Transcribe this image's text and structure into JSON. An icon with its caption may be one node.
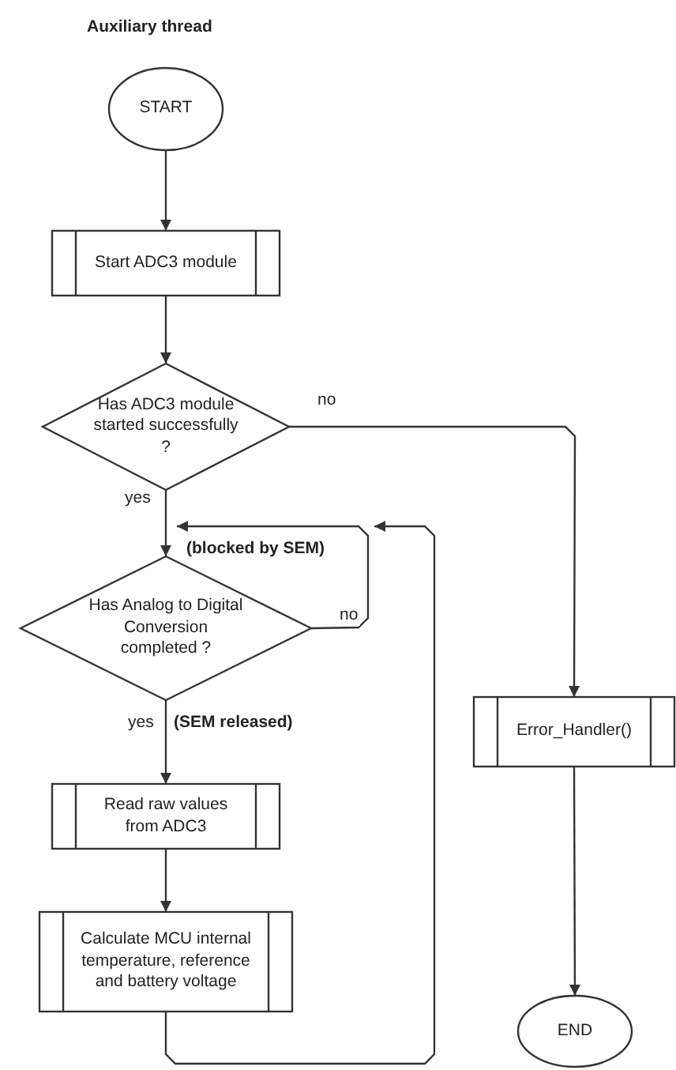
{
  "diagram": {
    "title": "Auxiliary thread",
    "nodes": [
      {
        "text": [
          "START"
        ]
      },
      {
        "text": [
          "Start ADC3 module"
        ]
      },
      {
        "text": [
          "Has ADC3 module started successfully ?"
        ]
      },
      {
        "text": [
          "Has Analog to Digital Conversion completed ?"
        ]
      },
      {
        "text": [
          "Error_Handler()"
        ]
      },
      {
        "text": [
          "Read raw values from ADC3"
        ]
      },
      {
        "text": [
          "Calculate MCU internal temperature, reference and battery voltage"
        ]
      },
      {
        "text": [
          "END"
        ]
      }
    ],
    "edges": [
      {
        "from": 0,
        "to": 1,
        "arrow": "to"
      },
      {
        "from": 1,
        "to": 2,
        "arrow": "to"
      },
      {
        "from": 2,
        "to": 3,
        "arrow": "to",
        "label": "yes"
      },
      {
        "from": 2,
        "to": 4,
        "arrow": "to",
        "label": "no"
      },
      {
        "from": 3,
        "to": 3,
        "arrow": "to",
        "label": "no"
      },
      {
        "from": 3,
        "to": 5,
        "arrow": "to",
        "label": "yes"
      },
      {
        "from": 5,
        "to": 6,
        "arrow": "to"
      },
      {
        "from": 6,
        "to": 3,
        "arrow": "to"
      },
      {
        "from": 4,
        "to": 7,
        "arrow": "to"
      }
    ],
    "labels": [
      "(blocked by SEM)",
      "(SEM released)"
    ]
  }
}
